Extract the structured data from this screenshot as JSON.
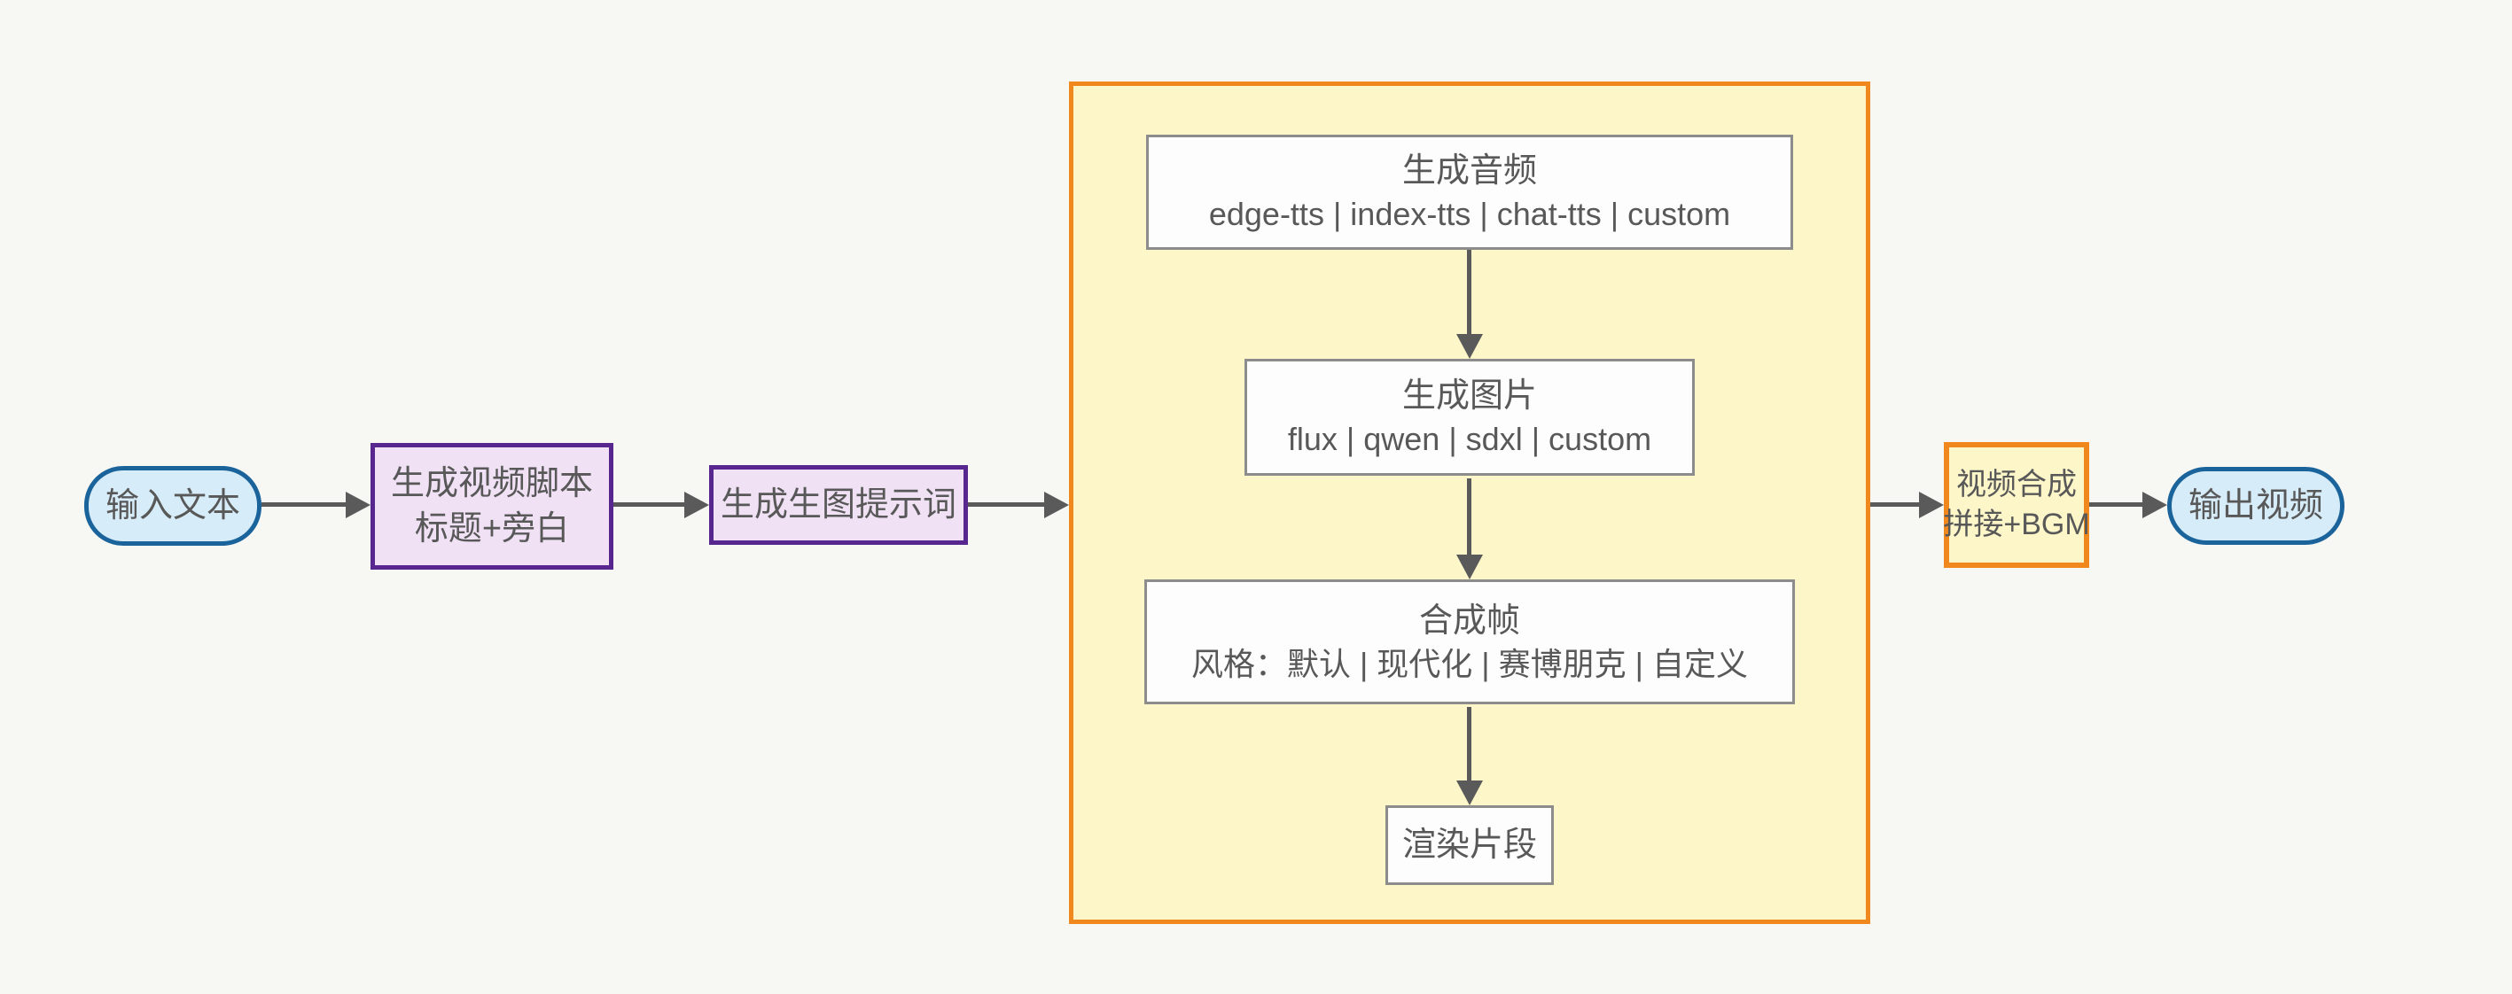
{
  "diagram": {
    "type": "flowchart",
    "direction": "left-to-right",
    "nodes": {
      "input": {
        "label": "输入文本",
        "shape": "stadium"
      },
      "script": {
        "line1": "生成视频脚本",
        "line2": "标题+旁白",
        "shape": "rect"
      },
      "prompt": {
        "label": "生成生图提示词",
        "shape": "rect"
      },
      "audio": {
        "line1": "生成音频",
        "line2": "edge-tts | index-tts | chat-tts | custom",
        "shape": "rect"
      },
      "image": {
        "line1": "生成图片",
        "line2": "flux | qwen | sdxl | custom",
        "shape": "rect"
      },
      "frame": {
        "line1": "合成帧",
        "line2": "风格：默认 | 现代化 | 赛博朋克 | 自定义",
        "shape": "rect"
      },
      "render": {
        "label": "渲染片段",
        "shape": "rect"
      },
      "compose": {
        "line1": "视频合成",
        "line2": "拼接+BGM",
        "shape": "rect"
      },
      "output": {
        "label": "输出视频",
        "shape": "stadium"
      }
    },
    "edges": [
      {
        "from": "input",
        "to": "script"
      },
      {
        "from": "script",
        "to": "prompt"
      },
      {
        "from": "prompt",
        "to": "subgraph"
      },
      {
        "from": "audio",
        "to": "image"
      },
      {
        "from": "image",
        "to": "frame"
      },
      {
        "from": "frame",
        "to": "render"
      },
      {
        "from": "subgraph",
        "to": "compose"
      },
      {
        "from": "compose",
        "to": "output"
      }
    ],
    "colors": {
      "background": "#f7f7f4",
      "arrow": "#5a5a5a",
      "text": "#585858",
      "stadium_fill": "#d7ecf9",
      "stadium_border": "#1b649b",
      "purple_fill": "#f0e1f5",
      "purple_border": "#57278f",
      "yellow_fill": "#fdf6c8",
      "orange_border": "#f0881e",
      "white_fill": "#fdfdfd",
      "gray_border": "#8c8c8c"
    }
  }
}
